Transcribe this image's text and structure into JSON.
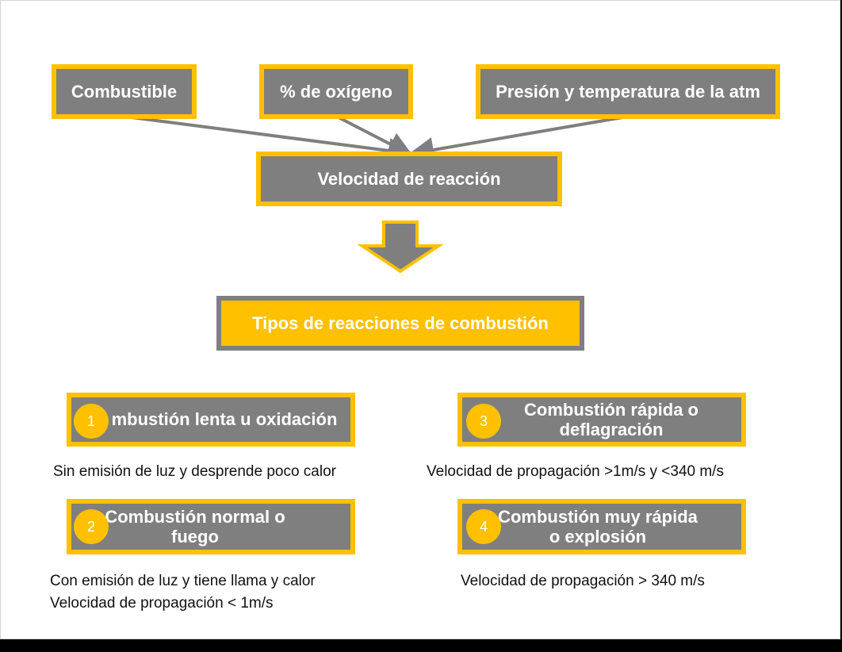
{
  "factors": {
    "combustible": "Combustible",
    "oxygen": "% de oxígeno",
    "pressure": "Presión y temperatura de la atm"
  },
  "reaction_speed": "Velocidad de reacción",
  "types_title": "Tipos de reacciones de combustión",
  "types": [
    {
      "number": "1",
      "title": "mbustión lenta u oxidación",
      "desc": [
        "Sin emisión de luz y desprende poco calor"
      ]
    },
    {
      "number": "2",
      "title_line1": "Combustión normal o",
      "title_line2": "fuego",
      "desc": [
        "Con emisión de luz y tiene llama y calor",
        "Velocidad de propagación < 1m/s"
      ]
    },
    {
      "number": "3",
      "title_line1": "Combustión rápida o",
      "title_line2": "deflagración",
      "desc": [
        "Velocidad de propagación >1m/s y <340 m/s"
      ]
    },
    {
      "number": "4",
      "title_line1": "Combustión muy rápida",
      "title_line2": "o explosión",
      "desc": [
        "Velocidad de propagación > 340 m/s"
      ]
    }
  ],
  "colors": {
    "accent": "#ffc000",
    "box": "#7f7f7f",
    "arrow": "#7f7f7f"
  }
}
